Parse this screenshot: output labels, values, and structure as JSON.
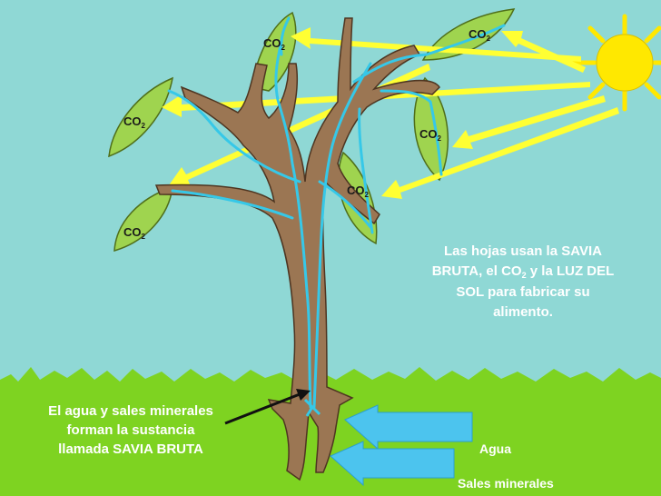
{
  "co2_labels": [
    {
      "main": "CO",
      "sub": "2"
    },
    {
      "main": "CO",
      "sub": "2"
    },
    {
      "main": "CO",
      "sub": "2"
    },
    {
      "main": "CO",
      "sub": "2"
    },
    {
      "main": "CO",
      "sub": "2"
    },
    {
      "main": "CO",
      "sub": "2"
    }
  ],
  "right_caption": {
    "line1": "Las hojas usan la SAVIA",
    "line2_pre": "BRUTA, el CO",
    "line2_sub": "2",
    "line2_post": " y la LUZ DEL",
    "line3": "SOL para fabricar su",
    "line4": "alimento."
  },
  "left_caption": {
    "line1": "El agua y sales minerales",
    "line2": "forman la sustancia",
    "line3": "llamada SAVIA BRUTA"
  },
  "labels": {
    "water": "Agua",
    "minerals": "Sales minerales"
  },
  "colors": {
    "sky": "#8fd8d5",
    "grass": "#7ed321",
    "trunk": "#9b7653",
    "sap": "#36c8e8",
    "leaf": "#9fd44f",
    "sun": "#ffe800",
    "light_arrow": "#ffff33",
    "water_arrow": "#4cc4ee"
  }
}
